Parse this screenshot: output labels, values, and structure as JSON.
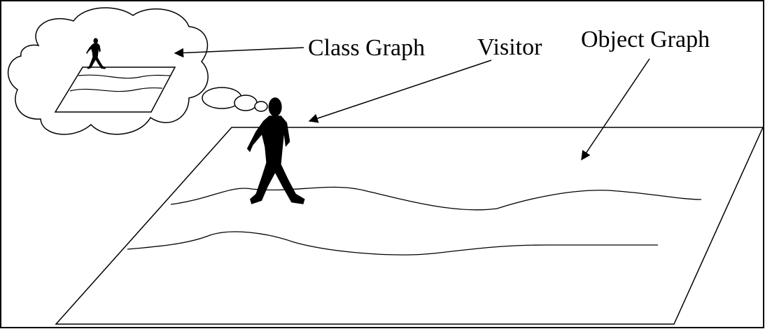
{
  "labels": {
    "class_graph": "Class Graph",
    "visitor": "Visitor",
    "object_graph": "Object Graph"
  },
  "colors": {
    "ink": "#000000",
    "paper": "#ffffff"
  },
  "icons": [
    "thought-cloud",
    "walking-person-silhouette",
    "arrow"
  ]
}
